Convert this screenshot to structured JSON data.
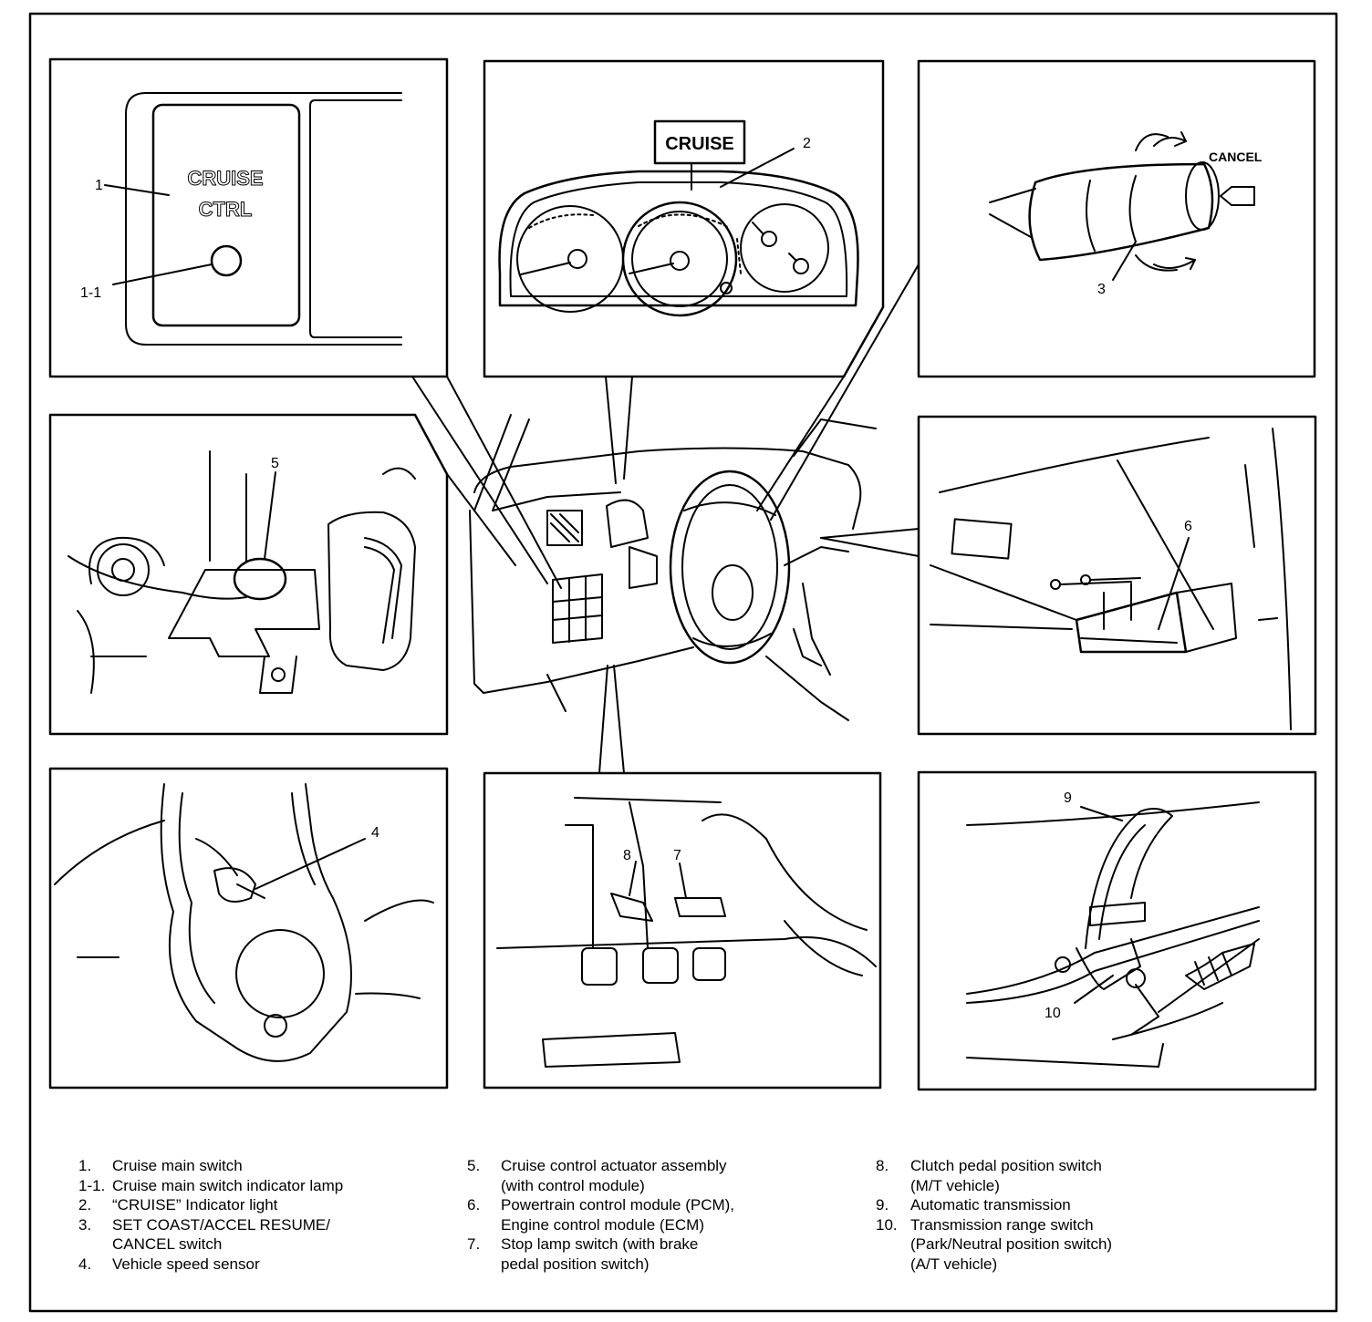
{
  "callouts": {
    "c1": "1",
    "c1_1": "1-1",
    "c2": "2",
    "c3": "3",
    "c4": "4",
    "c5": "5",
    "c6": "6",
    "c7": "7",
    "c8": "8",
    "c9": "9",
    "c10": "10"
  },
  "panel_text": {
    "switch_line1": "CRUISE",
    "switch_line2": "CTRL",
    "cluster_label": "CRUISE",
    "stalk_cancel": "CANCEL"
  },
  "legend": {
    "col1": [
      {
        "num": "1.",
        "text": "Cruise main switch"
      },
      {
        "num": "1-1.",
        "text": "Cruise main switch indicator lamp"
      },
      {
        "num": "2.",
        "text": "“CRUISE” Indicator light"
      },
      {
        "num": "3.",
        "text": "SET COAST/ACCEL RESUME/"
      },
      {
        "num": "",
        "text": "CANCEL switch"
      },
      {
        "num": "4.",
        "text": "Vehicle speed sensor"
      }
    ],
    "col2": [
      {
        "num": "5.",
        "text": "Cruise control actuator assembly"
      },
      {
        "num": "",
        "text": "(with control module)"
      },
      {
        "num": "6.",
        "text": "Powertrain control module (PCM),"
      },
      {
        "num": "",
        "text": "Engine control module (ECM)"
      },
      {
        "num": "7.",
        "text": "Stop lamp switch (with brake"
      },
      {
        "num": "",
        "text": "pedal position switch)"
      }
    ],
    "col3": [
      {
        "num": "8.",
        "text": "Clutch pedal position switch"
      },
      {
        "num": "",
        "text": "(M/T vehicle)"
      },
      {
        "num": "9.",
        "text": "Automatic transmission"
      },
      {
        "num": "10.",
        "text": "Transmission range switch"
      },
      {
        "num": "",
        "text": "(Park/Neutral position switch)"
      },
      {
        "num": "",
        "text": "(A/T vehicle)"
      }
    ]
  }
}
